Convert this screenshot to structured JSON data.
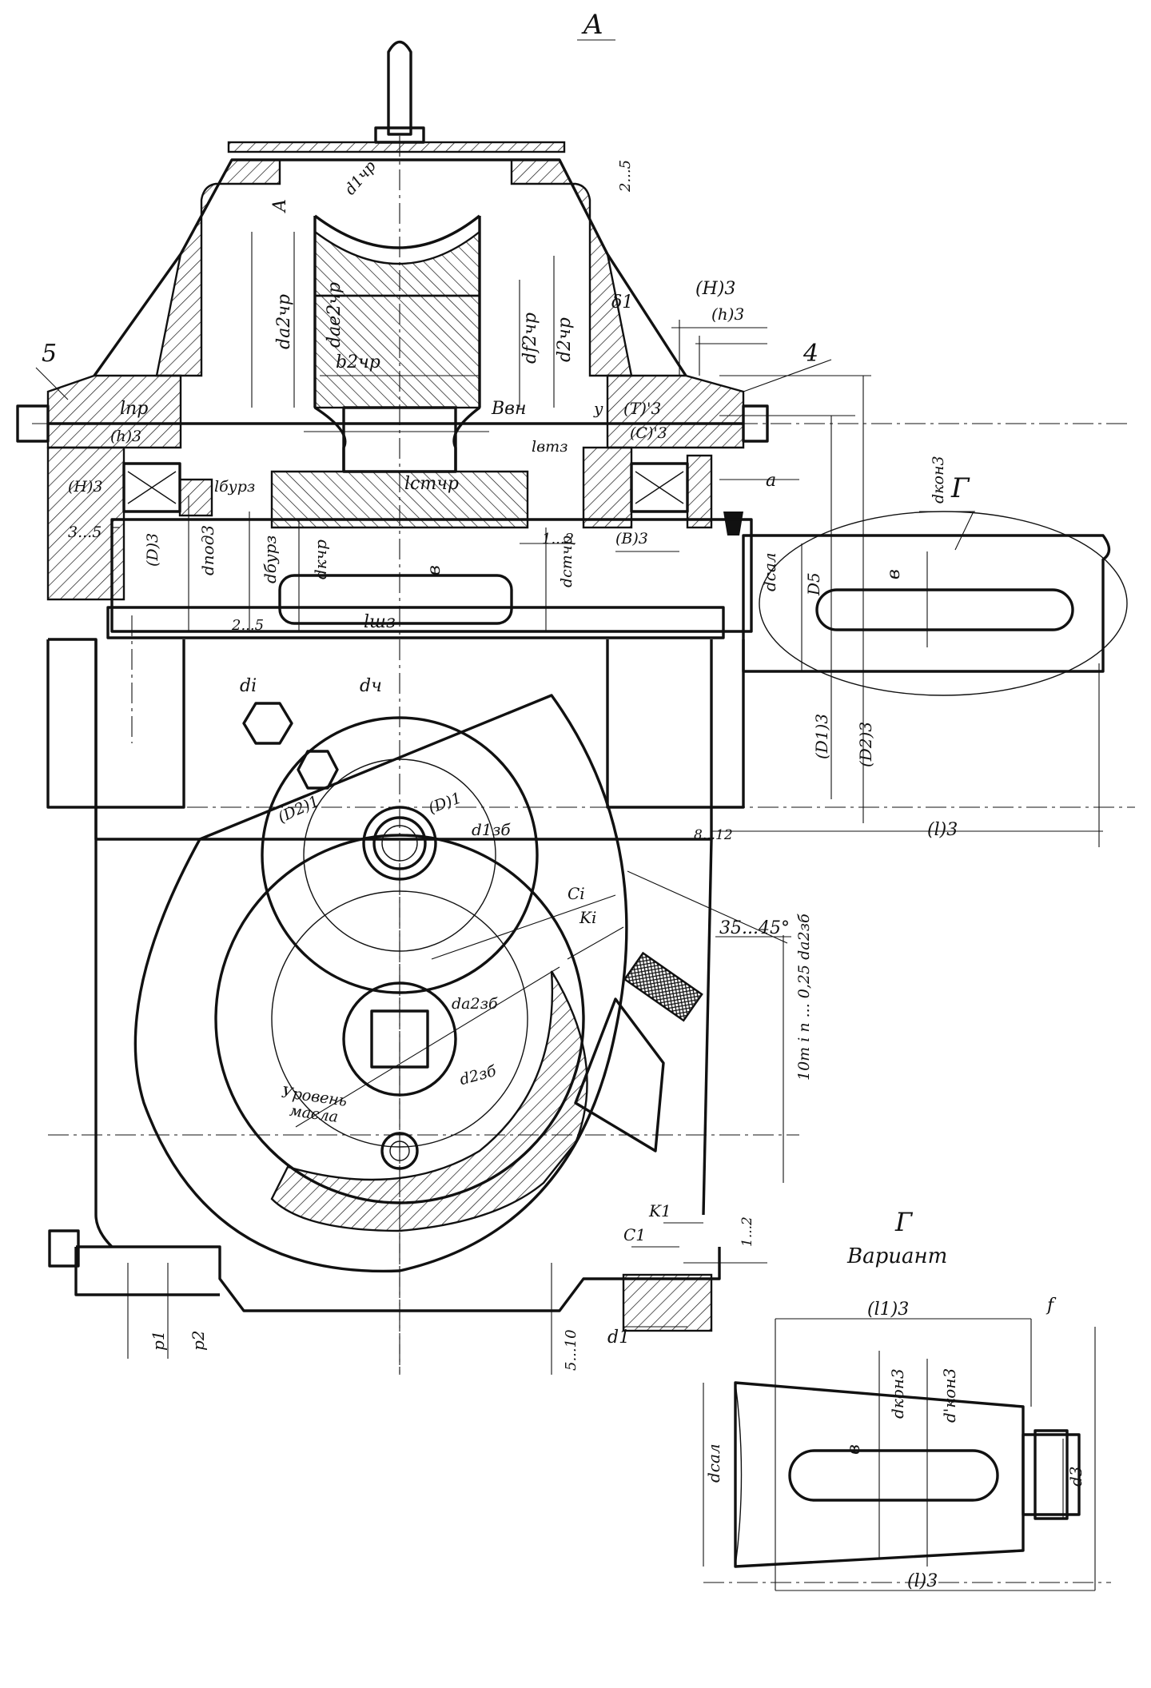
{
  "drawing": {
    "view_label": "A",
    "detail_label": "Г",
    "variant_title": "Вариант",
    "notes": {
      "oil_level_line1": "Уровень",
      "oil_level_line2": "масла",
      "angle": "35...45°",
      "oil_depth": "10m i n ... 0,25 da2зб"
    },
    "part_numbers": [
      "5",
      "4"
    ],
    "dimensions": {
      "d1chr": "d1чр",
      "da2chr": "da2чр",
      "dae2chr": "dae2чр",
      "b2chr": "b2чр",
      "df2chr": "df2чр",
      "d2chr": "d2чр",
      "delta1": "δ1",
      "H3": "(H)3",
      "h3": "(h)3",
      "lpr": "lпр",
      "Bvn": "Bвн",
      "y": "y",
      "T3": "(T)'3",
      "C3": "(C)'3",
      "h3_left": "(h)3",
      "lvt3": "lвтз",
      "H3_left": "(H)3",
      "lbur3": "lбурз",
      "lstchr": "lстчр",
      "a": "a",
      "dkon3": "dкон3",
      "gap_3_5": "3...5",
      "D3": "(D)3",
      "dpod3": "dпод3",
      "dbur3": "dбурз",
      "dkchr": "dкчр",
      "b_mid": "в",
      "gap_1_2": "1...2",
      "dstchr": "dстчр",
      "B3": "(B)3",
      "dsal": "dсал",
      "D5": "D5",
      "b_shaft": "в",
      "gap_2_5_bottom": "2...5",
      "lsh3": "lшз",
      "gap_2_5_top": "2...5",
      "A_sect": "A",
      "di": "di",
      "dch": "dч",
      "D2_1": "(D2)1",
      "D_1": "(D)1",
      "d1zb": "d1зб",
      "D1_3": "(D1)3",
      "D2_3": "(D2)3",
      "gap_8_12": "8...12",
      "l3": "(l)3",
      "Ci": "Ci",
      "Ki": "Ki",
      "da2zb": "da2зб",
      "d2zb": "d2зб",
      "K1": "K1",
      "C1": "C1",
      "gap_1_2_bottom": "1...2",
      "p1": "p1",
      "p2": "p2",
      "gap_5_10": "5...10",
      "d1_bottom": "d1"
    },
    "variant_dimensions": {
      "l1_3": "(l1)3",
      "f": "f",
      "dkon3": "dкон3",
      "dkon3_prime": "d'кон3",
      "b": "в",
      "dsal": "dсал",
      "d3": "d3",
      "l3": "(l)3"
    }
  }
}
